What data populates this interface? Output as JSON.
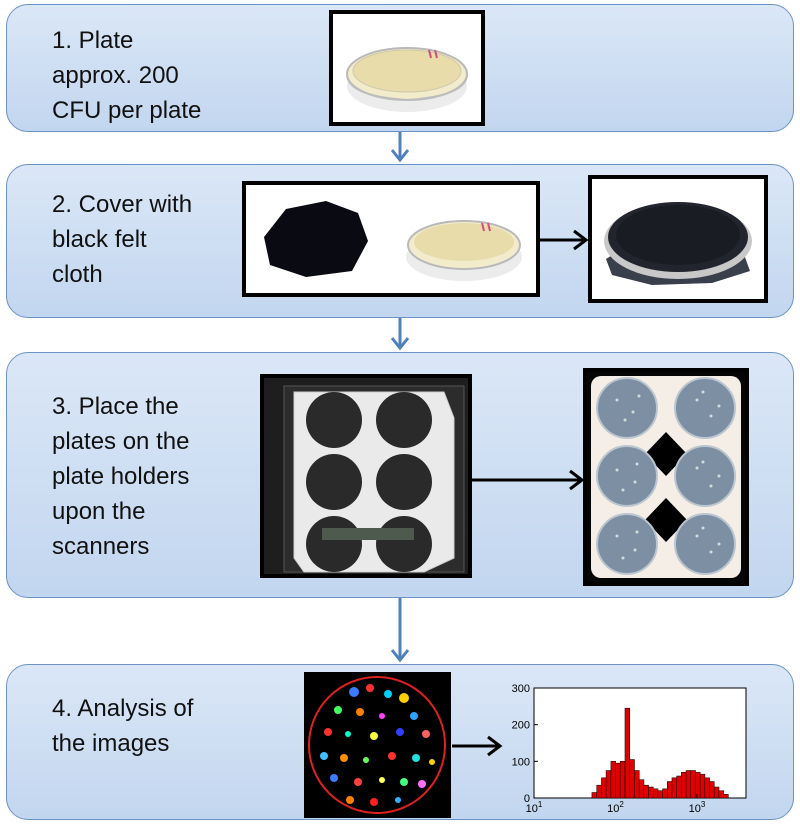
{
  "steps": [
    {
      "label": "1. Plate\napprox. 200\nCFU per plate"
    },
    {
      "label": "2. Cover with\nblack felt\ncloth"
    },
    {
      "label": "3. Place the\nplates on the\nplate holders\nupon the\nscanners"
    },
    {
      "label": "4. Analysis of\nthe images"
    }
  ],
  "colors": {
    "panel_border": "#6d93c4",
    "panel_fill": "#c9dbf1",
    "flow_arrow": "#4f81bd",
    "histogram_bars": "#e00000"
  },
  "chart_data": {
    "type": "bar",
    "title": "",
    "xlabel": "",
    "ylabel": "",
    "x_scale": "log",
    "xlim": [
      10,
      4000
    ],
    "ylim": [
      0,
      300
    ],
    "y_ticks": [
      "0",
      "100",
      "200",
      "300"
    ],
    "x_ticks": [
      "10^1",
      "10^2",
      "10^3"
    ],
    "bins": [
      {
        "x": 55,
        "y": 15
      },
      {
        "x": 63,
        "y": 35
      },
      {
        "x": 72,
        "y": 55
      },
      {
        "x": 82,
        "y": 75
      },
      {
        "x": 94,
        "y": 100
      },
      {
        "x": 107,
        "y": 95
      },
      {
        "x": 122,
        "y": 100
      },
      {
        "x": 140,
        "y": 245
      },
      {
        "x": 160,
        "y": 105
      },
      {
        "x": 183,
        "y": 75
      },
      {
        "x": 209,
        "y": 50
      },
      {
        "x": 238,
        "y": 35
      },
      {
        "x": 272,
        "y": 30
      },
      {
        "x": 311,
        "y": 25
      },
      {
        "x": 355,
        "y": 20
      },
      {
        "x": 405,
        "y": 25
      },
      {
        "x": 463,
        "y": 45
      },
      {
        "x": 528,
        "y": 55
      },
      {
        "x": 603,
        "y": 60
      },
      {
        "x": 689,
        "y": 70
      },
      {
        "x": 786,
        "y": 75
      },
      {
        "x": 898,
        "y": 75
      },
      {
        "x": 1025,
        "y": 70
      },
      {
        "x": 1170,
        "y": 65
      },
      {
        "x": 1336,
        "y": 55
      },
      {
        "x": 1525,
        "y": 45
      },
      {
        "x": 1742,
        "y": 30
      },
      {
        "x": 1988,
        "y": 20
      },
      {
        "x": 2270,
        "y": 10
      }
    ]
  }
}
